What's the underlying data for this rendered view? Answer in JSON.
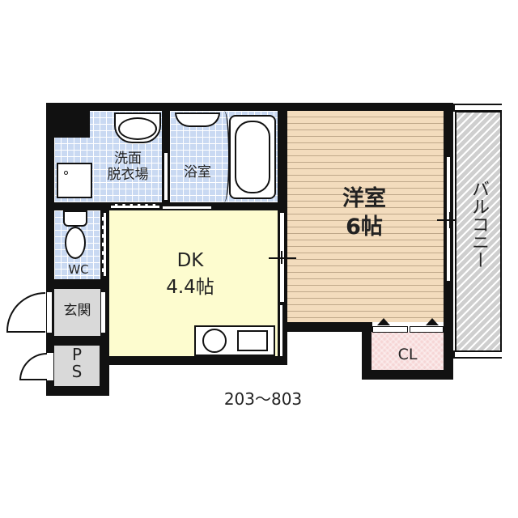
{
  "floor_plan": {
    "rooms": {
      "washroom": {
        "label_line1": "洗面",
        "label_line2": "脱衣場",
        "color": "#c9d9f2"
      },
      "bathroom": {
        "label": "浴室",
        "color": "#c9d9f2"
      },
      "wc": {
        "label": "WC",
        "color": "#c9d9f2"
      },
      "dk": {
        "label_line1": "DK",
        "label_line2": "4.4帖",
        "color": "#fdfccf"
      },
      "western_room": {
        "label_line1": "洋室",
        "label_line2": "6帖",
        "color": "#f3dcbd"
      },
      "balcony": {
        "label": "バルコニー",
        "color": "#cfcfcf"
      },
      "entrance": {
        "label": "玄関",
        "color": "#d9d9d9"
      },
      "ps": {
        "label_line1": "P",
        "label_line2": "S",
        "color": "#d9d9d9"
      },
      "closet": {
        "label": "CL",
        "color": "#f6d6d6"
      }
    },
    "unit_numbers": "203〜803",
    "wall_color": "#111111"
  }
}
